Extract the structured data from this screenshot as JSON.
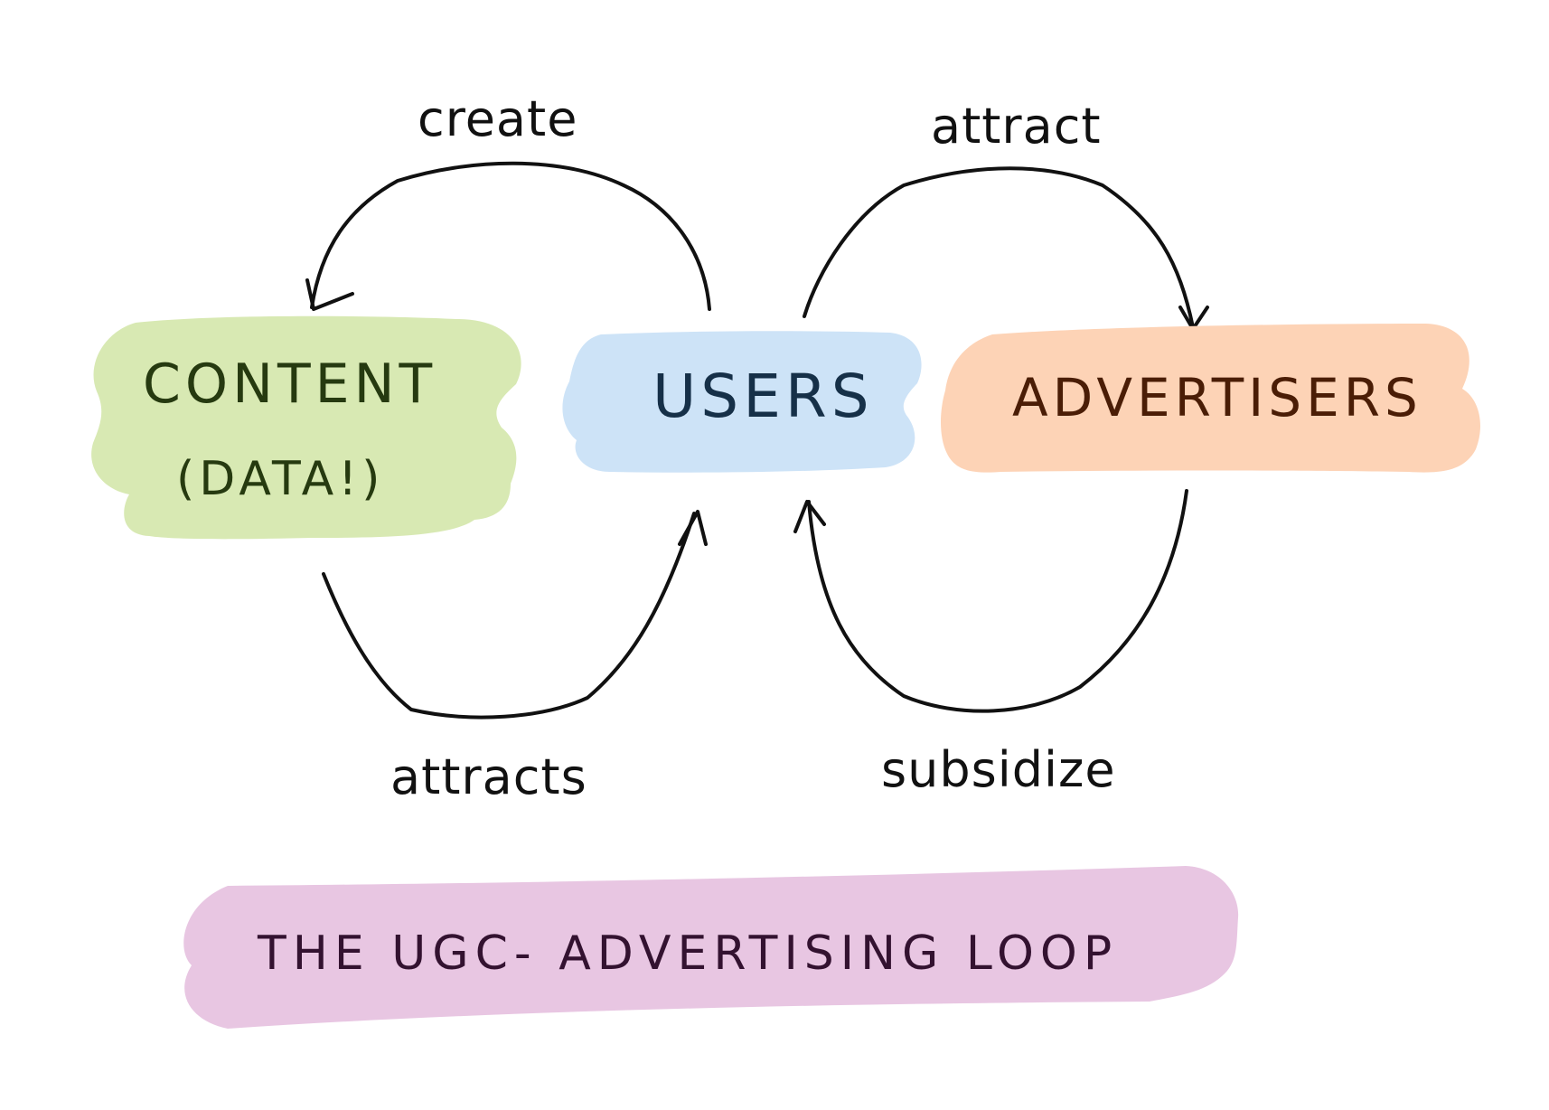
{
  "nodes": {
    "content": {
      "line1": "CONTENT",
      "line2": "(DATA!)",
      "fill": "#d8e9b3",
      "text_color": "#263a10"
    },
    "users": {
      "label": "USERS",
      "fill": "#cde3f7",
      "text_color": "#163048"
    },
    "advertisers": {
      "label": "ADVERTISERS",
      "fill": "#fdd3b6",
      "text_color": "#4a1d06"
    }
  },
  "edges": [
    {
      "from": "users",
      "to": "content",
      "label": "create"
    },
    {
      "from": "users",
      "to": "advertisers",
      "label": "attract"
    },
    {
      "from": "content",
      "to": "users",
      "label": "attracts"
    },
    {
      "from": "advertisers",
      "to": "users",
      "label": "subsidize"
    }
  ],
  "caption": {
    "text": "THE UGC- ADVERTISING LOOP",
    "fill": "#e8c6e2",
    "text_color": "#331230"
  },
  "stroke_color": "#111111"
}
